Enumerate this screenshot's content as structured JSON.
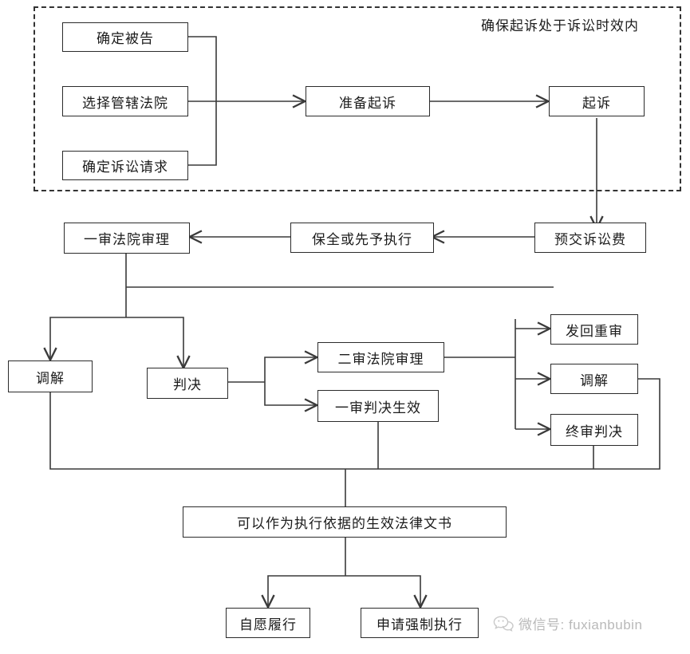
{
  "diagram": {
    "title_annotation": "确保起诉处于诉讼时效内",
    "nodes": {
      "n1": {
        "label": "确定被告"
      },
      "n2": {
        "label": "选择管辖法院"
      },
      "n3": {
        "label": "确定诉讼请求"
      },
      "n4": {
        "label": "准备起诉"
      },
      "n5": {
        "label": "起诉"
      },
      "n6": {
        "label": "预交诉讼费"
      },
      "n7": {
        "label": "保全或先予执行"
      },
      "n8": {
        "label": "一审法院审理"
      },
      "n9": {
        "label": "调解"
      },
      "n10": {
        "label": "判决"
      },
      "n11": {
        "label": "二审法院审理"
      },
      "n12": {
        "label": "一审判决生效"
      },
      "n13": {
        "label": "发回重审"
      },
      "n14": {
        "label": "调解"
      },
      "n15": {
        "label": "终审判决"
      },
      "n16": {
        "label": "可以作为执行依据的生效法律文书"
      },
      "n17": {
        "label": "自愿履行"
      },
      "n18": {
        "label": "申请强制执行"
      }
    },
    "colors": {
      "line": "#3a3a3a",
      "box_border": "#2b2b2b",
      "text": "#1b1b1b",
      "dash_border": "#333333",
      "watermark": "#b9b9b9"
    }
  },
  "watermark": {
    "icon": "wechat-icon",
    "text": "微信号: fuxianbubin"
  }
}
